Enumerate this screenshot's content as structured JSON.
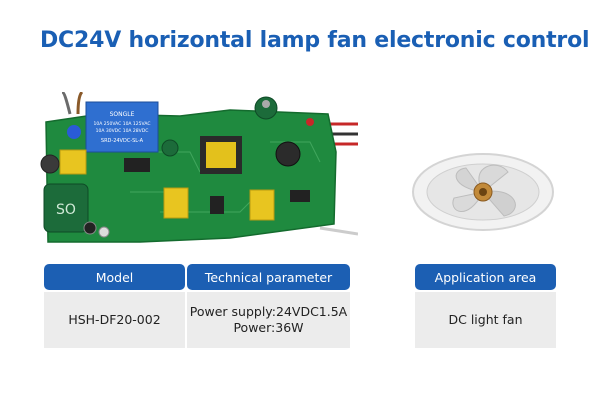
{
  "title": "DC24V horizontal lamp fan electronic control",
  "pcb": {
    "relay_text": [
      "SONGLE",
      "10A 250VAC 10A 125VAC",
      "10A 30VDC 10A 28VDC",
      "SRD-24VDC-SL-A"
    ],
    "capacitor_text": "SO"
  },
  "table": {
    "model_header": "Model",
    "tech_header": "Technical parameter",
    "app_header": "Application area",
    "model_value": "HSH-DF20-002",
    "tech_lines": [
      "Power supply:24VDC1.5A",
      "Power:36W"
    ],
    "app_value": "DC light fan"
  },
  "colors": {
    "accent": "#1c5fb3",
    "title": "#1a5fb4",
    "cell_bg": "#ececec",
    "pcb": "#1f8a3f"
  }
}
